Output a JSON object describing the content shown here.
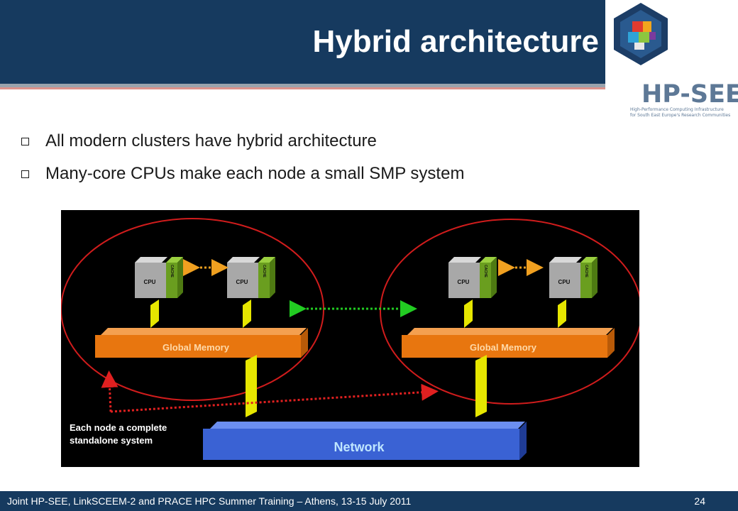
{
  "slide": {
    "title": "Hybrid architecture",
    "bullets": [
      "All modern clusters have hybrid architecture",
      "Many-core CPUs make each node a small SMP system"
    ],
    "logo_text": "HP-SEE",
    "logo_subtitle_1": "High-Performance Computing Infrastructure",
    "logo_subtitle_2": "for South East Europe's Research Communities"
  },
  "diagram": {
    "cpu_label": "CPU",
    "cache_label": "CACHE",
    "memory_label": "Global Memory",
    "network_label": "Network",
    "annotation_line1": "Each node a complete",
    "annotation_line2": "standalone system"
  },
  "footer": {
    "text": "Joint HP-SEE, LinkSCEEM-2 and PRACE HPC Summer Training – Athens, 13-15 July 2011",
    "page": "24"
  },
  "colors": {
    "header": "#163a5f",
    "memory": "#e8760f",
    "network": "#3a62d4",
    "cache": "#6a9e1f",
    "arrow_yellow": "#e6e600",
    "node_circle": "#d01c1c"
  }
}
